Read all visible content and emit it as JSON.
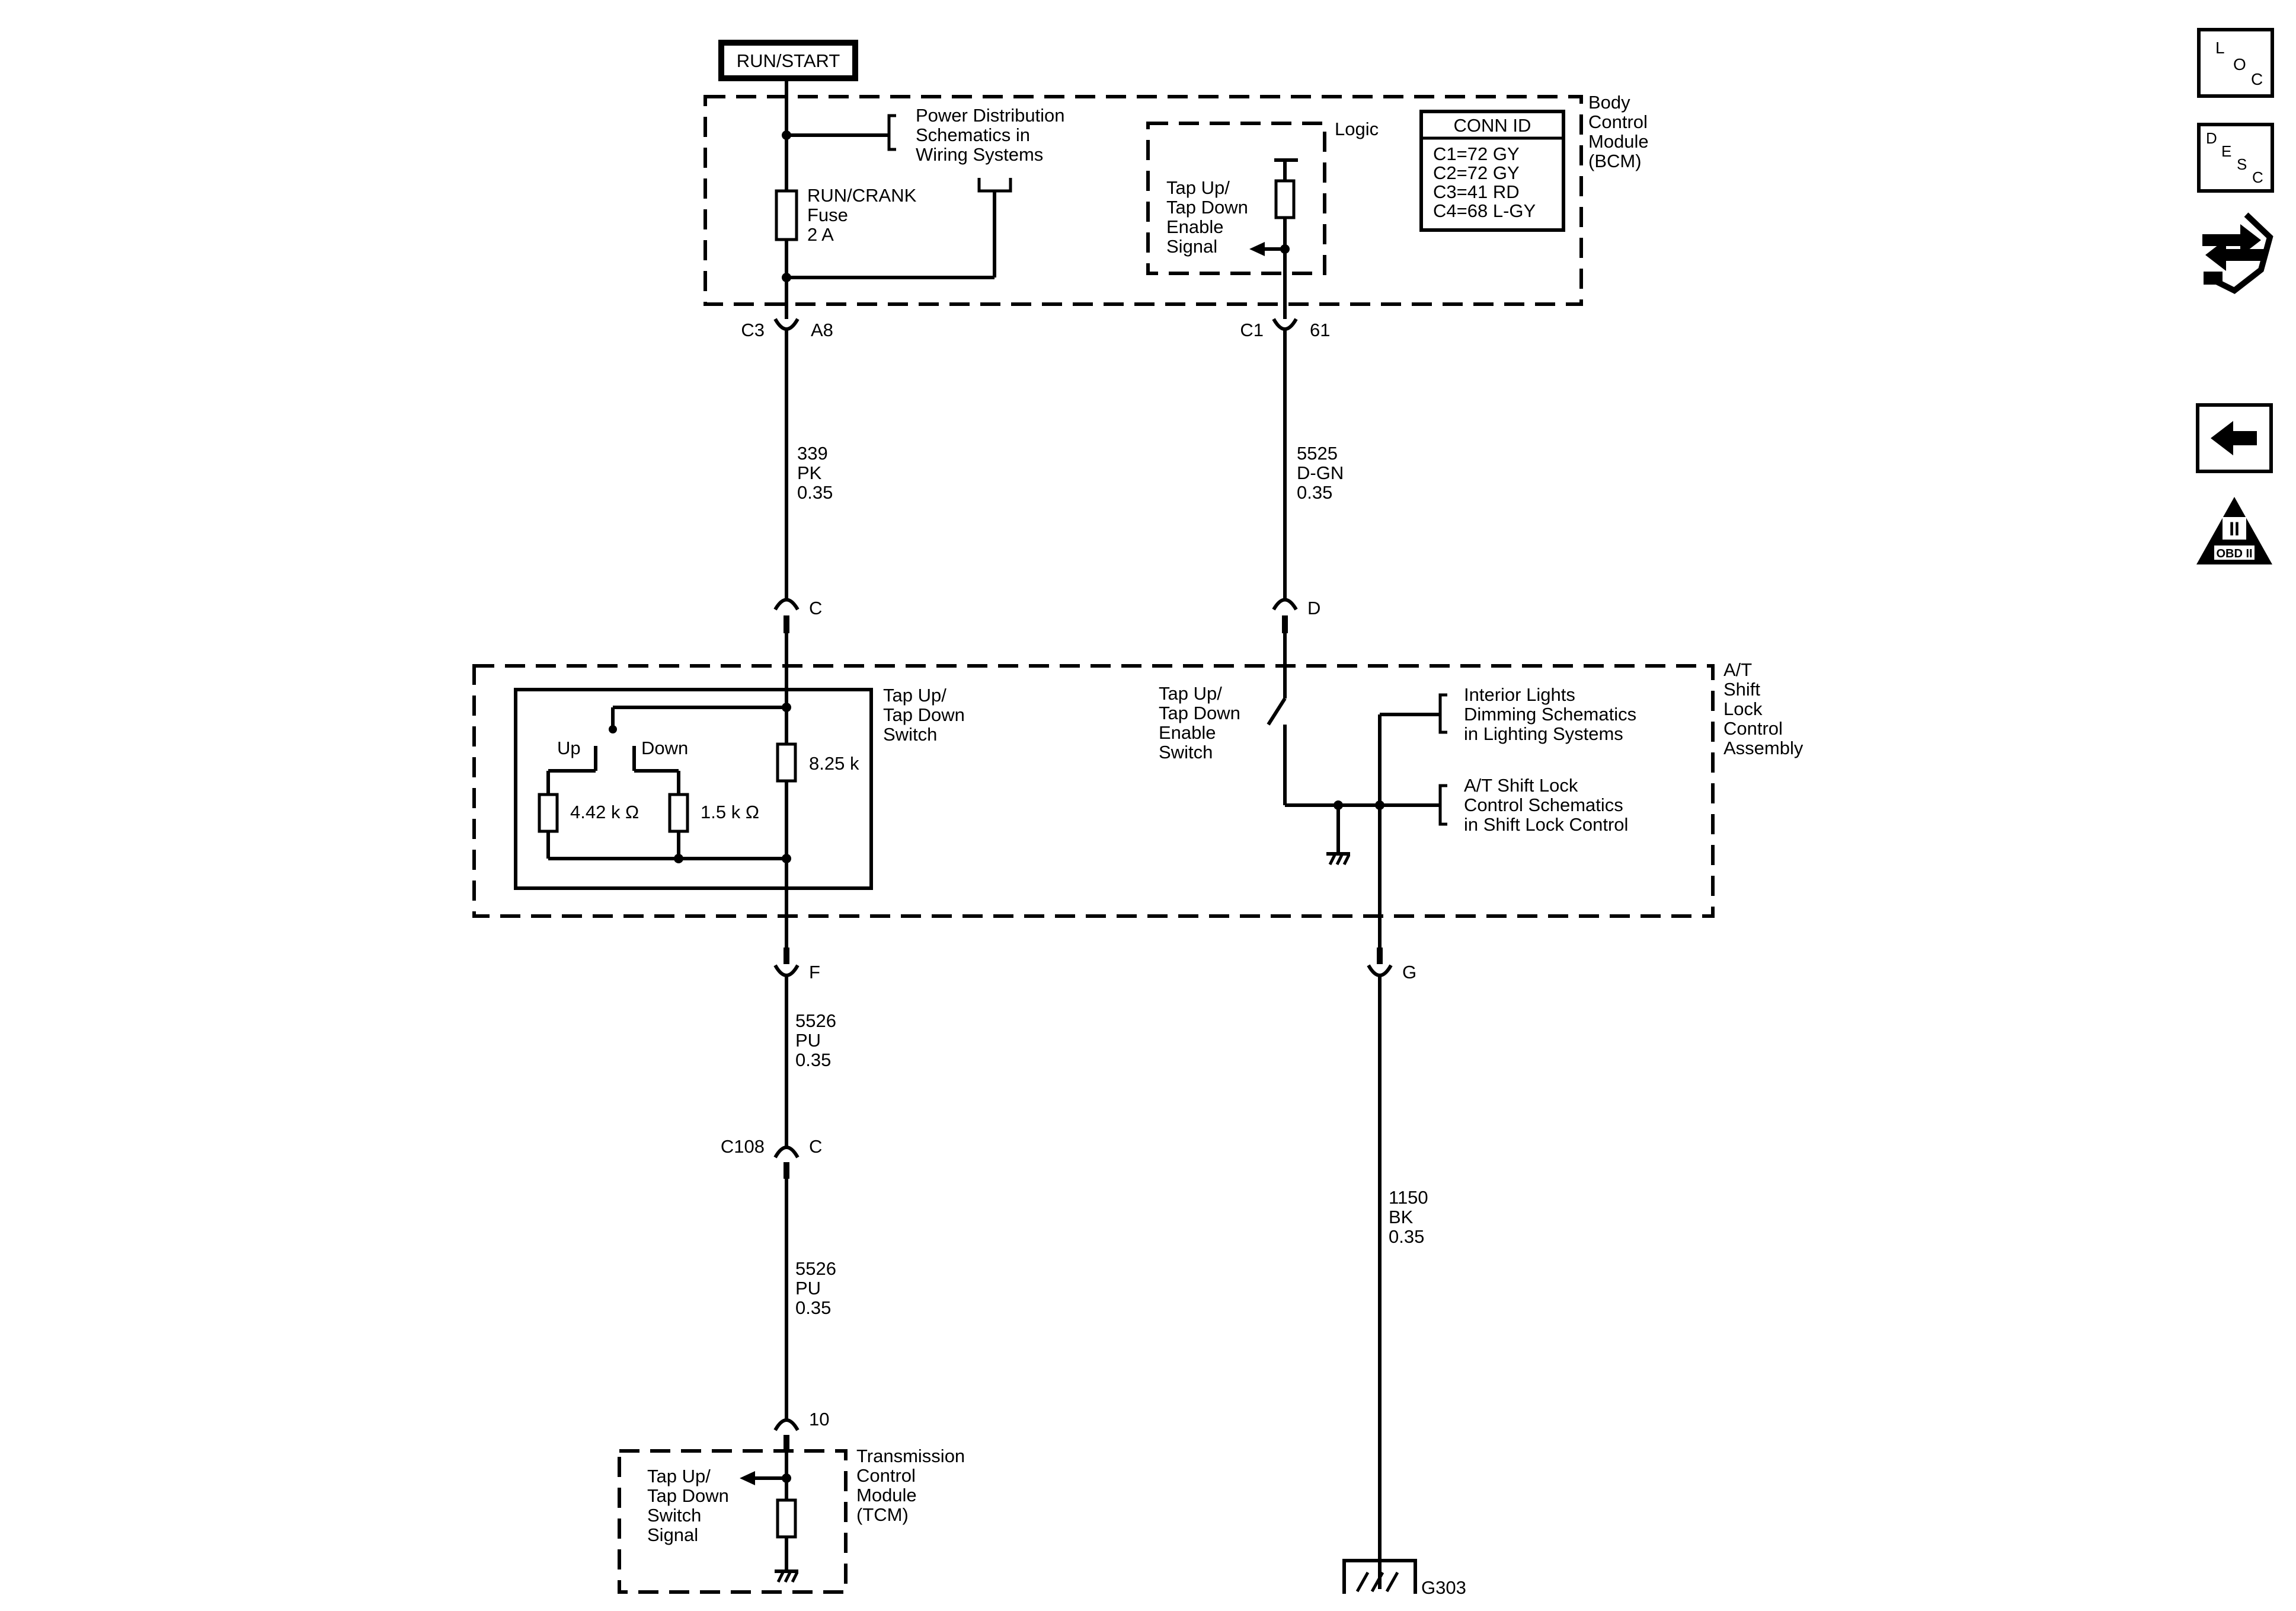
{
  "power": {
    "label": "RUN/START"
  },
  "bcm": {
    "lines": [
      "Body",
      "Control",
      "Module",
      "(BCM)"
    ],
    "power_dist": [
      "Power Distribution",
      "Schematics in",
      "Wiring Systems"
    ],
    "fuse": [
      "RUN/CRANK",
      "Fuse",
      "2 A"
    ],
    "logic_label": "Logic",
    "logic_signal": [
      "Tap Up/",
      "Tap Down",
      "Enable",
      "Signal"
    ],
    "conn_id": {
      "title": "CONN ID",
      "rows": [
        "C1=72 GY",
        "C2=72 GY",
        "C3=41 RD",
        "C4=68 L-GY"
      ]
    }
  },
  "connectors": {
    "c3": "C3",
    "a8": "A8",
    "c1": "C1",
    "p61": "61",
    "c": "C",
    "d": "D",
    "f": "F",
    "g": "G",
    "c108": "C108",
    "c108_pin": "C",
    "p10": "10"
  },
  "wires": {
    "w339": [
      "339",
      "PK",
      "0.35"
    ],
    "w5525": [
      "5525",
      "D-GN",
      "0.35"
    ],
    "w5526a": [
      "5526",
      "PU",
      "0.35"
    ],
    "w5526b": [
      "5526",
      "PU",
      "0.35"
    ],
    "w1150": [
      "1150",
      "BK",
      "0.35"
    ]
  },
  "shift_lock": {
    "lines": [
      "A/T",
      "Shift",
      "Lock",
      "Control",
      "Assembly"
    ],
    "switch": [
      "Tap Up/",
      "Tap Down",
      "Switch"
    ],
    "up": "Up",
    "down": "Down",
    "r1": "8.25 k",
    "r2": "4.42 k Ω",
    "r3": "1.5 k Ω",
    "enable_switch": [
      "Tap Up/",
      "Tap Down",
      "Enable",
      "Switch"
    ],
    "interior": [
      "Interior Lights",
      "Dimming Schematics",
      "in Lighting Systems"
    ],
    "shiftlock_ref": [
      "A/T Shift Lock",
      "Control Schematics",
      "in Shift Lock Control"
    ]
  },
  "tcm": {
    "lines": [
      "Transmission",
      "Control",
      "Module",
      "(TCM)"
    ],
    "signal": [
      "Tap Up/",
      "Tap Down",
      "Switch",
      "Signal"
    ]
  },
  "ground": {
    "label": "G303"
  },
  "sidebar": {
    "loc": [
      "L",
      "O",
      "C"
    ],
    "desc": [
      "D",
      "E",
      "S",
      "C"
    ],
    "obd": "OBD II",
    "obd_numeral": "II"
  }
}
